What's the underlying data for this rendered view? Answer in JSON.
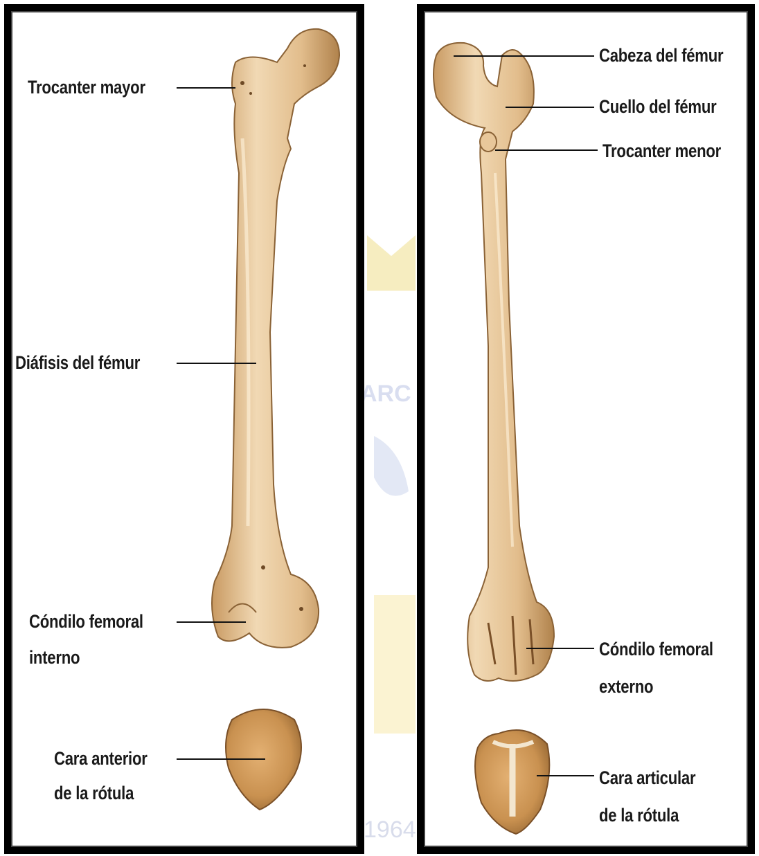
{
  "colors": {
    "bone": "#e8c79a",
    "bone_shadow": "#b58a55",
    "bone_dark": "#8a6236",
    "frame": "#000000",
    "watermark": "#f4e7a8",
    "watermark_blue": "#dfe6f4"
  },
  "watermark": {
    "text_arc": "ARC",
    "year": "1964"
  },
  "left_panel": {
    "labels": {
      "trocanter_mayor": "Trocanter mayor",
      "diafisis": "Diáfisis del fémur",
      "condilo_interno_1": "Cóndilo femoral",
      "condilo_interno_2": "interno",
      "rotula_anterior_1": "Cara anterior",
      "rotula_anterior_2": "de la rótula"
    }
  },
  "right_panel": {
    "labels": {
      "cabeza": "Cabeza del fémur",
      "cuello": "Cuello del fémur",
      "trocanter_menor": "Trocanter menor",
      "condilo_externo_1": "Cóndilo femoral",
      "condilo_externo_2": "externo",
      "rotula_articular_1": "Cara articular",
      "rotula_articular_2": "de la rótula"
    }
  }
}
